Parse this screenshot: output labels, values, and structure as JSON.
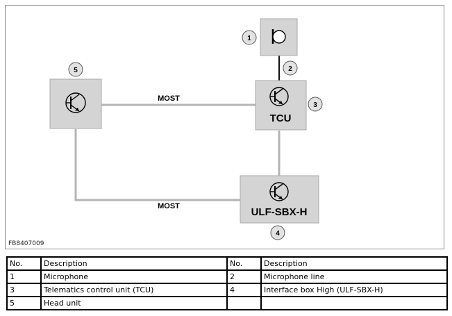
{
  "diagram": {
    "figure_id": "FB8407009",
    "nodes": {
      "tcu": {
        "label": "TCU",
        "callout": "3",
        "icon": "transistor-icon"
      },
      "ulf": {
        "label": "ULF-SBX-H",
        "callout": "4",
        "icon": "transistor-icon"
      },
      "head_unit": {
        "label": "",
        "callout": "5",
        "icon": "transistor-icon"
      },
      "microphone": {
        "callout": "1",
        "icon": "microphone-icon"
      }
    },
    "connections": {
      "most_top": {
        "label": "MOST"
      },
      "most_bottom": {
        "label": "MOST"
      },
      "mic_line": {
        "callout": "2"
      }
    },
    "colors": {
      "box_fill": "#d4d4d4",
      "line": "#b4b4b4",
      "callout_fill": "#e2e2e2"
    }
  },
  "legend": {
    "headers": [
      "No.",
      "Description",
      "No.",
      "Description"
    ],
    "rows": [
      [
        "1",
        "Microphone",
        "2",
        "Microphone line"
      ],
      [
        "3",
        "Telematics control unit (TCU)",
        "4",
        "Interface box High (ULF-SBX-H)"
      ],
      [
        "5",
        "Head unit",
        "",
        ""
      ]
    ]
  }
}
